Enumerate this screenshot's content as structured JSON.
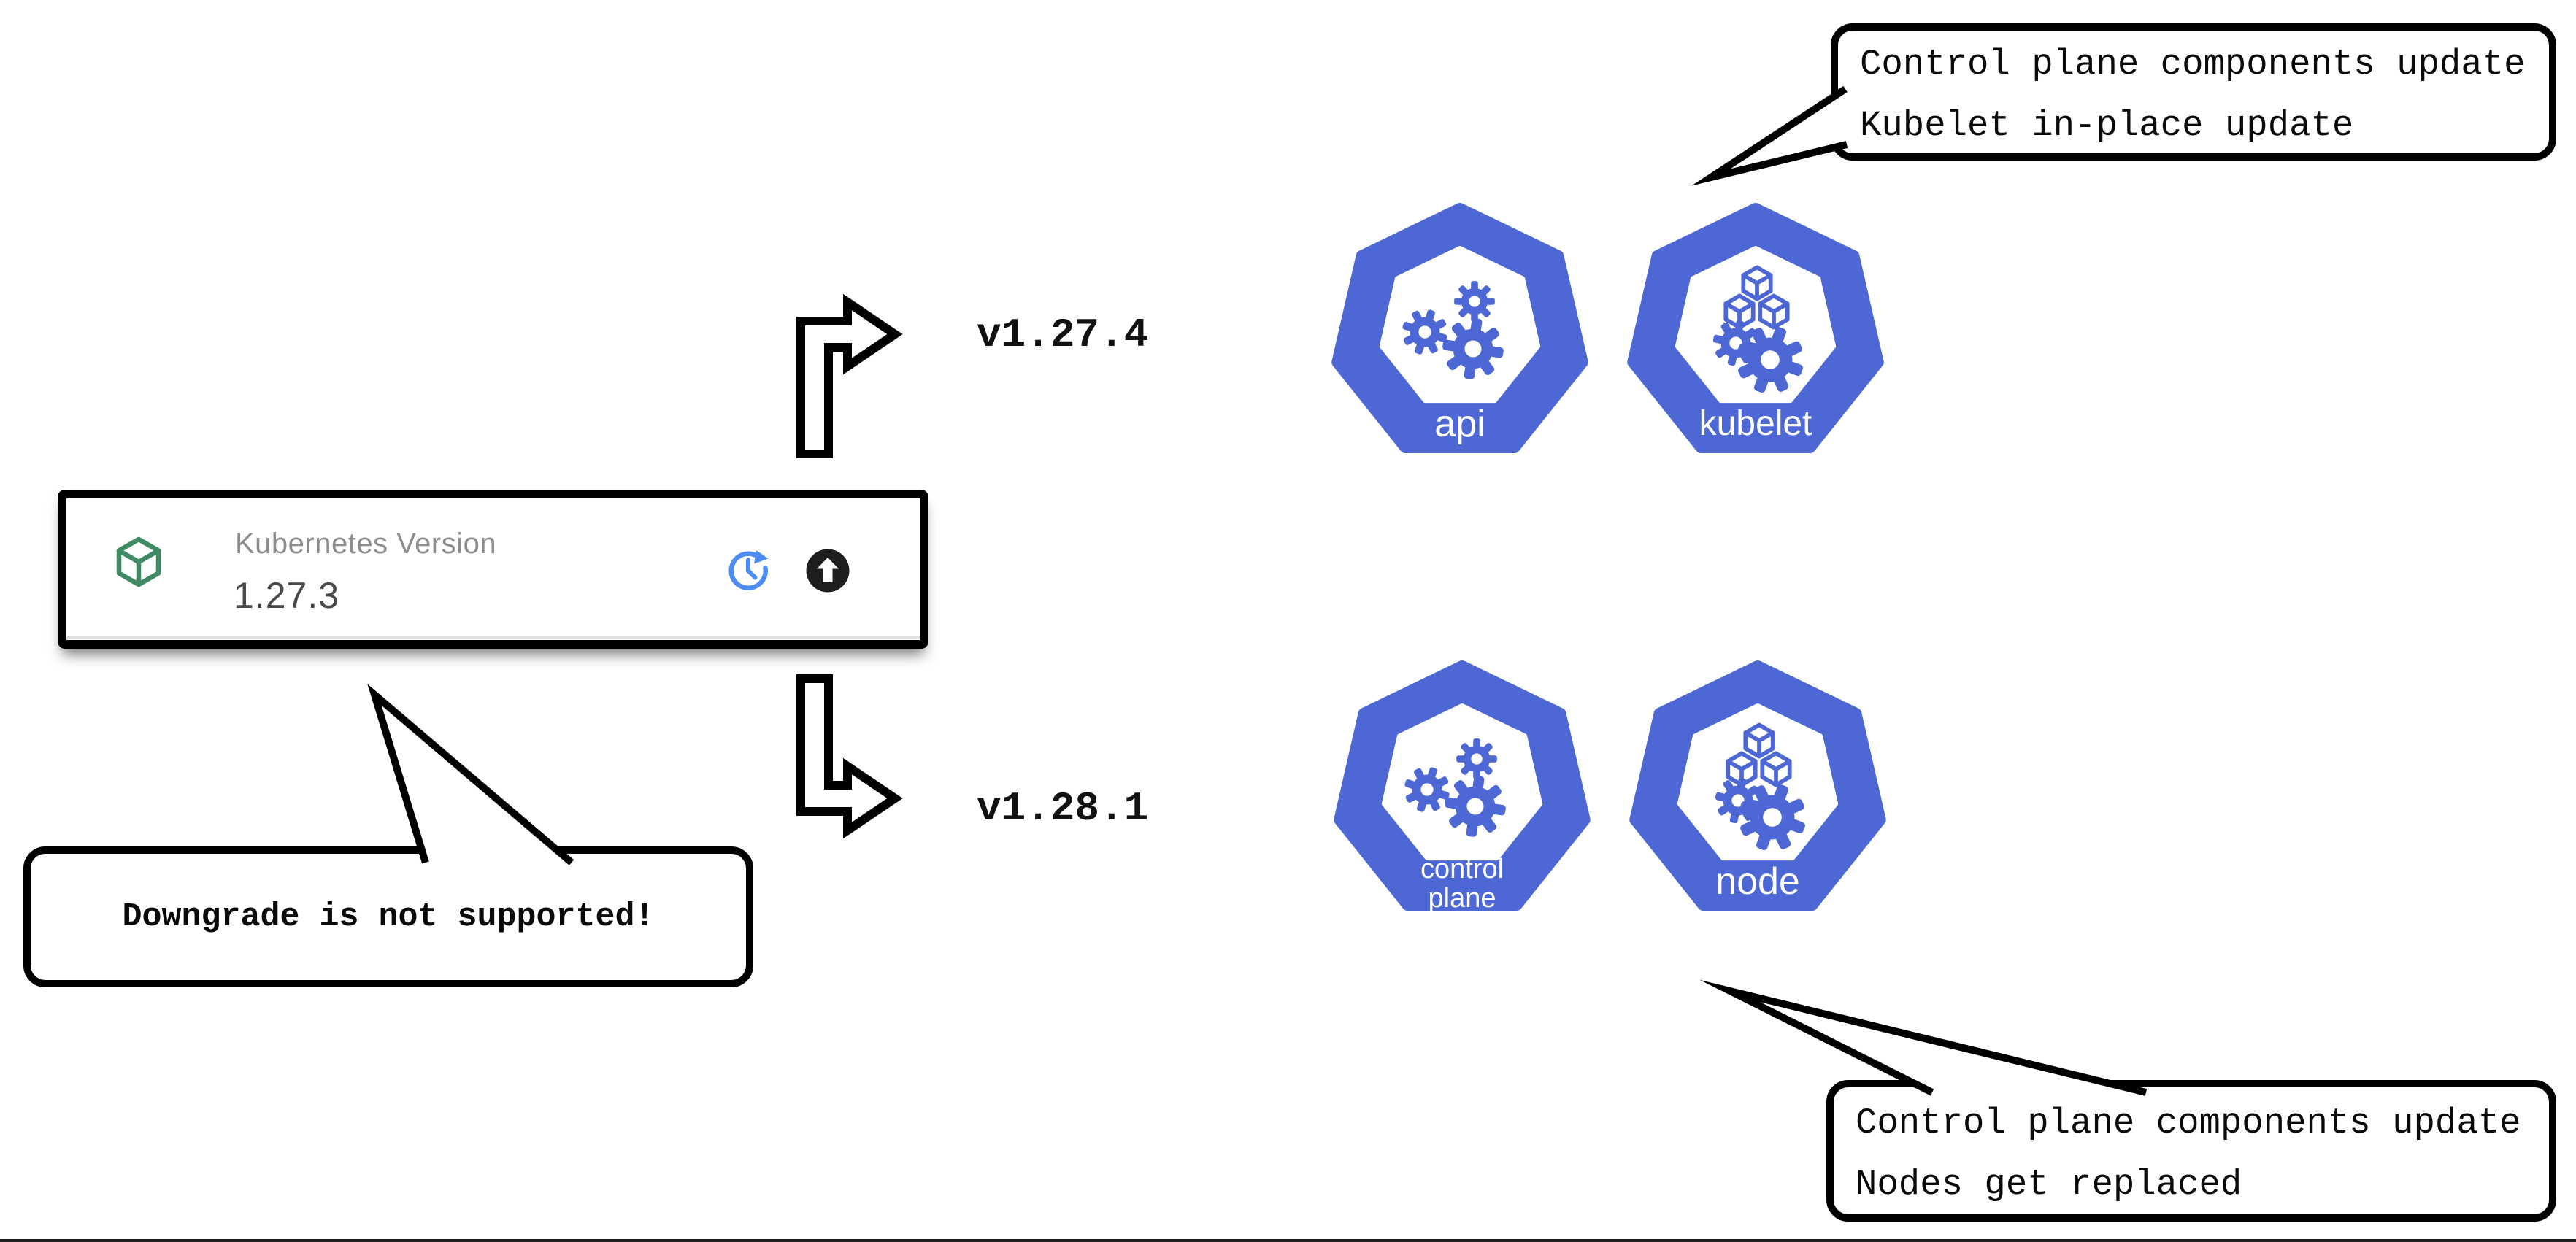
{
  "colors": {
    "component_blue": "#4d68d4",
    "refresh_blue": "#4c8cf4",
    "package_green": "#3f8a62",
    "label_gray": "#8c8c8c",
    "value_gray": "#494949",
    "outline_black": "#000000"
  },
  "card": {
    "title": "Kubernetes Version",
    "version": "1.27.3",
    "icons": {
      "package": "cube-outline-icon",
      "refresh": "history-refresh-icon",
      "upgrade": "upgrade-available-icon"
    }
  },
  "upgrade_options": {
    "patch": {
      "version": "v1.27.4"
    },
    "minor": {
      "version": "v1.28.1"
    }
  },
  "callouts": {
    "top_right": {
      "lines": [
        "Control plane components update",
        "Kubelet in-place update"
      ]
    },
    "bottom_right": {
      "lines": [
        "Control plane components update",
        "Nodes get replaced"
      ]
    },
    "downgrade": {
      "text": "Downgrade is not supported!"
    }
  },
  "components": [
    {
      "id": "api",
      "label": "api",
      "glyph": "gears"
    },
    {
      "id": "kubelet",
      "label": "kubelet",
      "glyph": "cubes-and-gears"
    },
    {
      "id": "control-plane",
      "label_lines": [
        "control",
        "plane"
      ],
      "glyph": "gears"
    },
    {
      "id": "node",
      "label": "node",
      "glyph": "cubes-and-gears"
    }
  ]
}
